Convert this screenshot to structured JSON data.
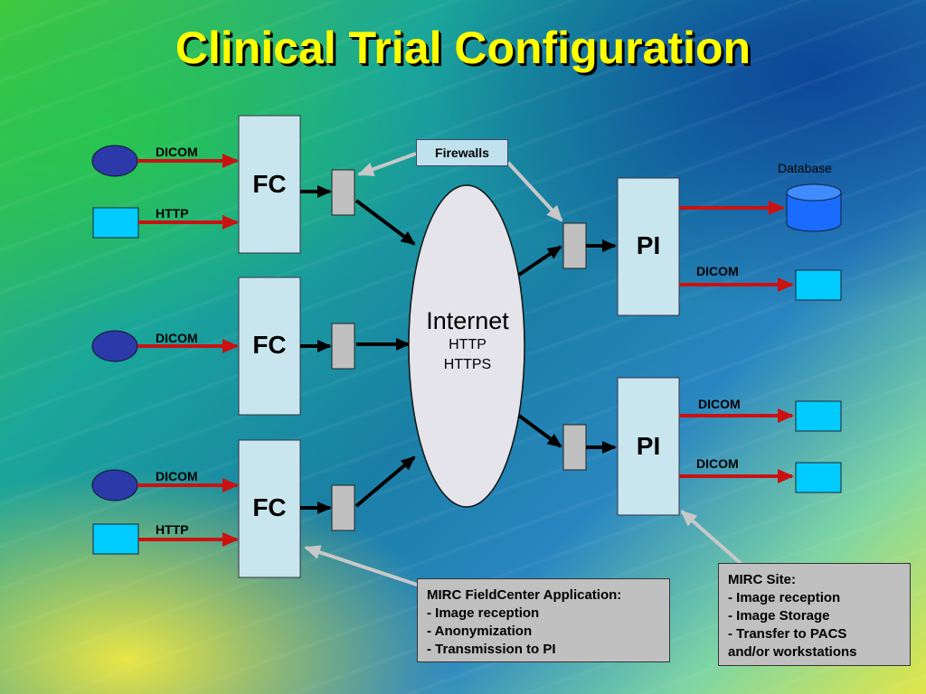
{
  "title": "Clinical Trial Configuration",
  "fc_label": "FC",
  "pi_label": "PI",
  "labels": {
    "dicom": "DICOM",
    "http": "HTTP",
    "database": "Database",
    "firewalls": "Firewalls"
  },
  "internet": {
    "title": "Internet",
    "protocols": [
      "HTTP",
      "HTTPS"
    ]
  },
  "fieldcenter_box": {
    "heading": "MIRC FieldCenter Application:",
    "items": [
      "- Image reception",
      "- Anonymization",
      "- Transmission to PI"
    ]
  },
  "site_box": {
    "heading": "MIRC Site:",
    "items": [
      "- Image reception",
      "- Image Storage",
      "- Transfer to PACS",
      "and/or workstations"
    ]
  },
  "colors": {
    "title": "#ffff00",
    "arrow_red": "#cc1111",
    "device_cyan": "#00ccff",
    "dicom_node": "#2b3aa8",
    "fc_box": "#c9e6ef",
    "firewall": "#c0c0c0",
    "database": "#1a6cff"
  }
}
